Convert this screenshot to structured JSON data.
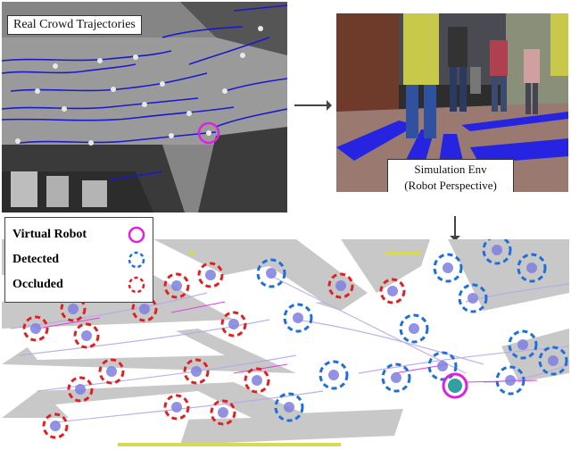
{
  "panels": {
    "real": {
      "label": "Real Crowd Trajectories"
    },
    "sim": {
      "label_line1": "Simulation Env",
      "label_line2": "(Robot Perspective)"
    }
  },
  "legend": {
    "items": [
      {
        "label": "Virtual Robot",
        "symbol": "robot",
        "color": "#e020e0"
      },
      {
        "label": "Detected",
        "symbol": "detected",
        "color": "#1e6fd9"
      },
      {
        "label": "Occluded",
        "symbol": "occluded",
        "color": "#e02020"
      }
    ]
  },
  "colors": {
    "trajectory": "#1a1acc",
    "robot": "#e020e0",
    "detected": "#1e6fd9",
    "occluded": "#e02020",
    "agent": "#8080e0",
    "floor": "#7a7a7a",
    "occlusion_gray": "#c8c8c8"
  }
}
